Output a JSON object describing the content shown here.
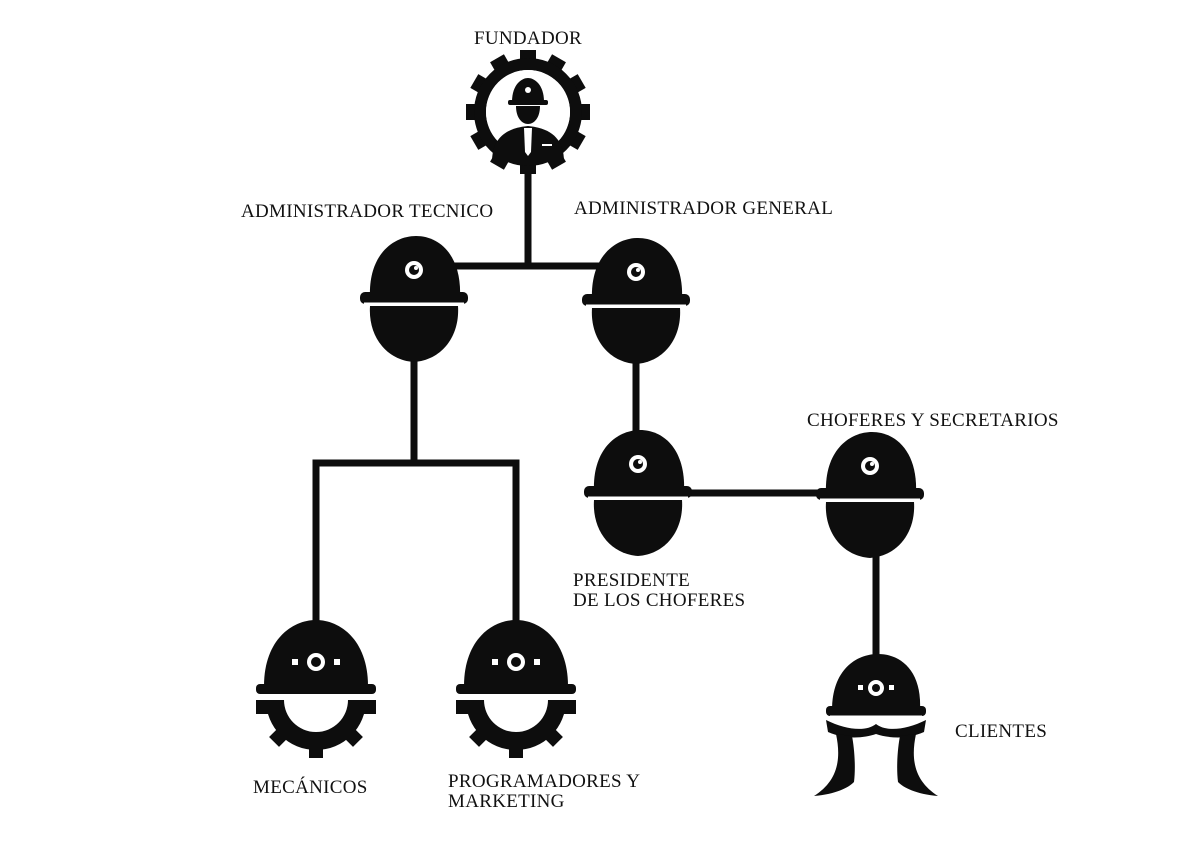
{
  "diagram": {
    "ink_color": "#0d0d0d",
    "background": "#ffffff",
    "nodes": {
      "fundador": {
        "label": "FUNDADOR",
        "icon": "worker-in-gear-icon"
      },
      "admin_tecnico": {
        "label": "ADMINISTRADOR TECNICO",
        "icon": "hardhat-head-icon"
      },
      "admin_general": {
        "label": "ADMINISTRADOR GENERAL",
        "icon": "hardhat-head-icon"
      },
      "presidente": {
        "label_line1": "PRESIDENTE",
        "label_line2": "DE LOS CHOFERES",
        "icon": "hardhat-head-icon"
      },
      "choferes": {
        "label": "CHOFERES Y SECRETARIOS",
        "icon": "hardhat-head-icon"
      },
      "mecanicos": {
        "label": "MECÁNICOS",
        "icon": "hardhat-gear-icon"
      },
      "programadores": {
        "label_line1": "PROGRAMADORES Y",
        "label_line2": "MARKETING",
        "icon": "hardhat-gear-icon"
      },
      "clientes": {
        "label": "CLIENTES",
        "icon": "hardhat-woman-icon"
      }
    }
  }
}
